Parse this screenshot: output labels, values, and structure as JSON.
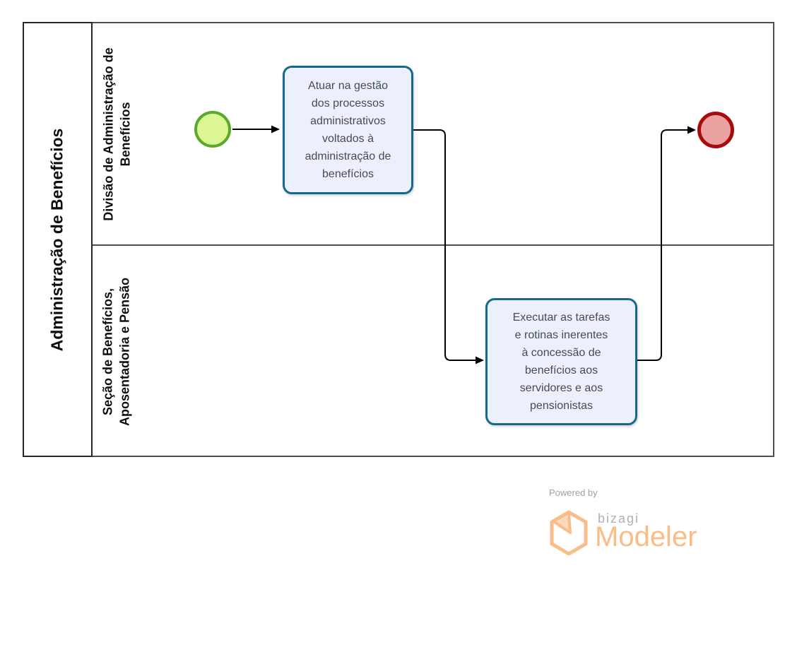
{
  "pool": {
    "label": "Administração de Benefícios",
    "lanes": [
      {
        "label": "Divisão de Administração de Benefícios",
        "label_lines": [
          "Divisão de Administração de",
          "Benefícios"
        ]
      },
      {
        "label": "Seção de Benefícios, Aposentadoria e Pensão",
        "label_lines": [
          "Seção de Benefícios,",
          "Aposentadoria e Pensão"
        ]
      }
    ]
  },
  "process": {
    "start_event": {
      "type": "start-event",
      "lane": "Divisão de Administração de Benefícios"
    },
    "tasks": [
      {
        "label": "Atuar na gestão dos processos administrativos voltados à administração de benefícios",
        "lines": [
          "Atuar na gestão",
          "dos processos",
          "administrativos",
          "voltados à",
          "administração de",
          "benefícios"
        ],
        "lane": "Divisão de Administração de Benefícios"
      },
      {
        "label": "Executar as tarefas e rotinas inerentes à concessão de benefícios aos servidores e aos pensionistas",
        "lines": [
          "Executar as tarefas",
          "e rotinas inerentes",
          "à concessão de",
          "benefícios aos",
          "servidores e aos",
          "pensionistas"
        ],
        "lane": "Seção de Benefícios, Aposentadoria e Pensão"
      }
    ],
    "end_event": {
      "type": "end-event",
      "lane": "Divisão de Administração de Benefícios"
    },
    "flows": [
      {
        "from": "start-event",
        "to": "task-1"
      },
      {
        "from": "task-1",
        "to": "task-2"
      },
      {
        "from": "task-2",
        "to": "end-event"
      }
    ]
  },
  "colors": {
    "task_fill": "#EBF0FB",
    "task_border": "#17688F",
    "start_event_fill": "#DCF693",
    "start_event_border": "#5CA92A",
    "end_event_fill": "#EDA2A2",
    "end_event_border": "#A40E10",
    "flow_stroke": "#000000",
    "pool_border": "#262626",
    "lane_border": "#4F4F4F",
    "logo_orange": "#F9BD85",
    "logo_gray": "#ADB1B7"
  },
  "footer": {
    "powered_by": "Powered by",
    "brand": "bizagi",
    "product": "Modeler"
  }
}
